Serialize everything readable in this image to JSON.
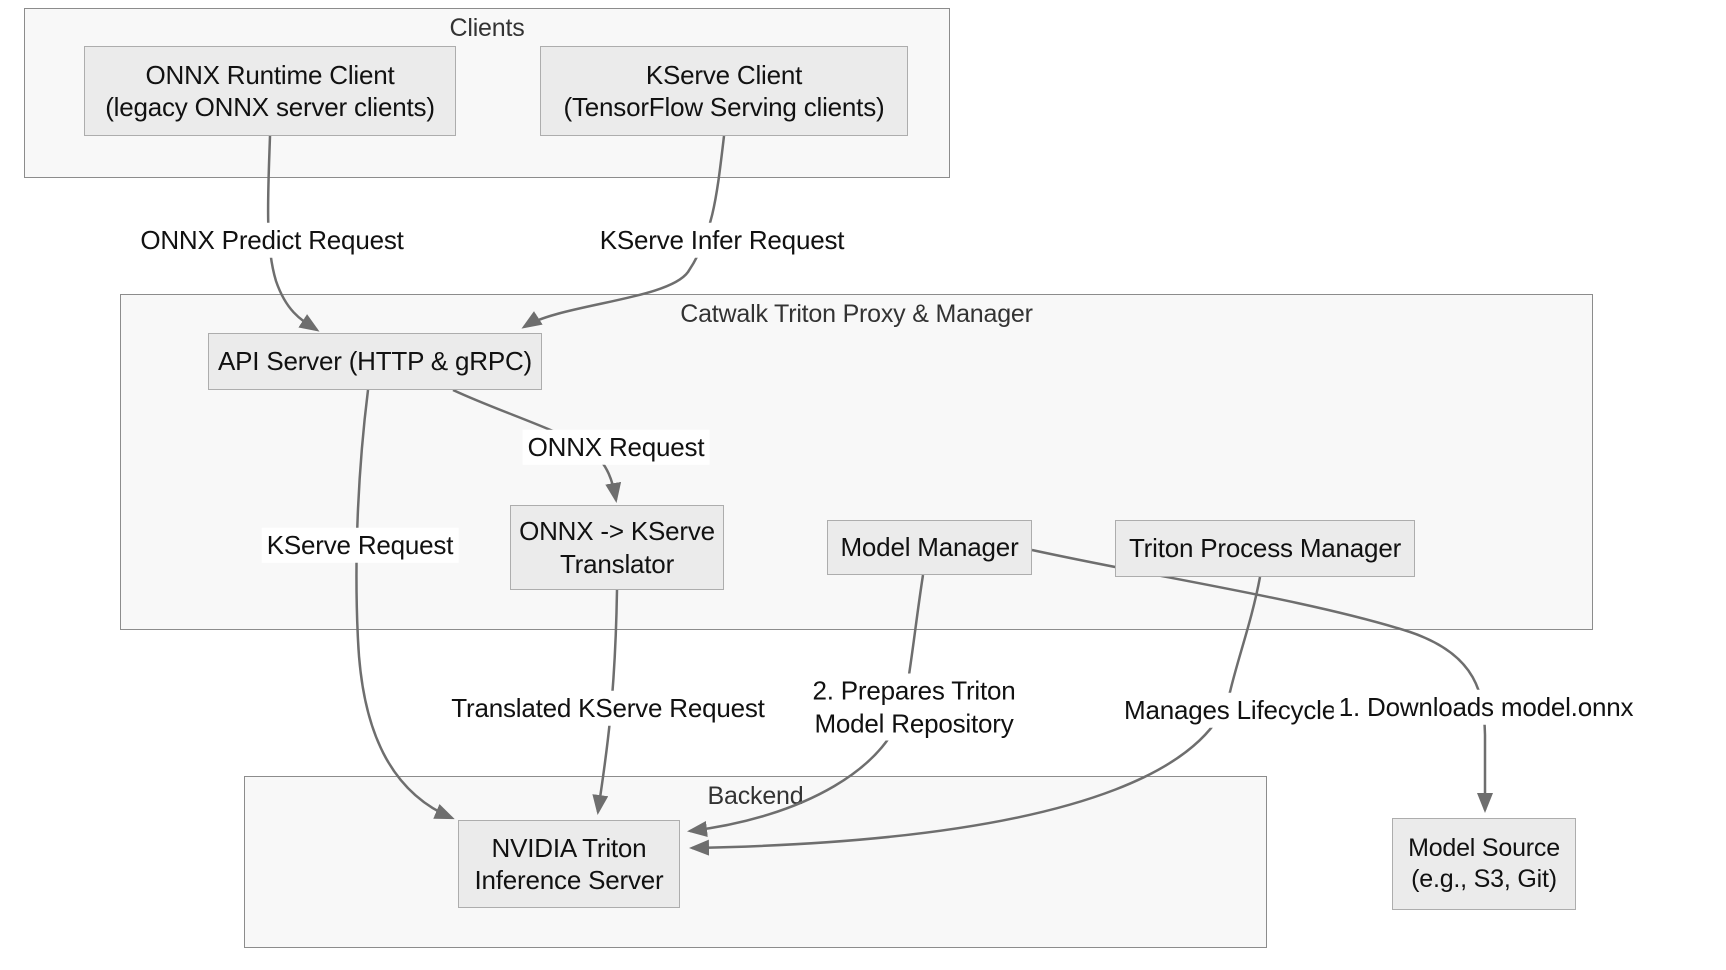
{
  "diagram": {
    "type": "flowchart",
    "containers": {
      "clients": {
        "label": "Clients"
      },
      "proxy": {
        "label": "Catwalk Triton Proxy & Manager"
      },
      "backend": {
        "label": "Backend"
      }
    },
    "nodes": {
      "onnx_client": {
        "lines": [
          "ONNX Runtime Client",
          "(legacy ONNX server clients)"
        ]
      },
      "kserve_client": {
        "lines": [
          "KServe Client",
          "(TensorFlow Serving clients)"
        ]
      },
      "api_server": {
        "lines": [
          "API Server (HTTP & gRPC)"
        ]
      },
      "translator": {
        "lines": [
          "ONNX -> KServe",
          "Translator"
        ]
      },
      "model_manager": {
        "lines": [
          "Model Manager"
        ]
      },
      "triton_process_manager": {
        "lines": [
          "Triton Process Manager"
        ]
      },
      "nvidia_triton": {
        "lines": [
          "NVIDIA Triton",
          "Inference Server"
        ]
      },
      "model_source": {
        "lines": [
          "Model Source",
          "(e.g., S3, Git)"
        ]
      }
    },
    "edges": [
      {
        "from": "onnx-runtime-client",
        "to": "api-server",
        "label": "ONNX Predict Request"
      },
      {
        "from": "kserve-client",
        "to": "api-server",
        "label": "KServe Infer Request"
      },
      {
        "from": "api-server",
        "to": "onnx-kserve-translator",
        "label": "ONNX Request"
      },
      {
        "from": "api-server",
        "to": "nvidia-triton-inference-server",
        "label": "KServe Request"
      },
      {
        "from": "onnx-kserve-translator",
        "to": "nvidia-triton-inference-server",
        "label": "Translated KServe Request"
      },
      {
        "from": "model-manager",
        "to": "nvidia-triton-inference-server",
        "label": "2. Prepares Triton Model Repository",
        "label_lines": [
          "2. Prepares Triton",
          "Model Repository"
        ]
      },
      {
        "from": "triton-process-manager",
        "to": "nvidia-triton-inference-server",
        "label": "Manages Lifecycle"
      },
      {
        "from": "model-manager",
        "to": "model-source",
        "label": "1. Downloads model.onnx"
      }
    ],
    "colors": {
      "container_fill": "#f8f8f8",
      "container_border": "#8c8c8c",
      "node_fill": "#ebebeb",
      "node_border": "#adadad",
      "edge": "#6e6e6e",
      "text": "#111111",
      "container_label": "#333333",
      "label_bg": "#ffffff"
    }
  }
}
